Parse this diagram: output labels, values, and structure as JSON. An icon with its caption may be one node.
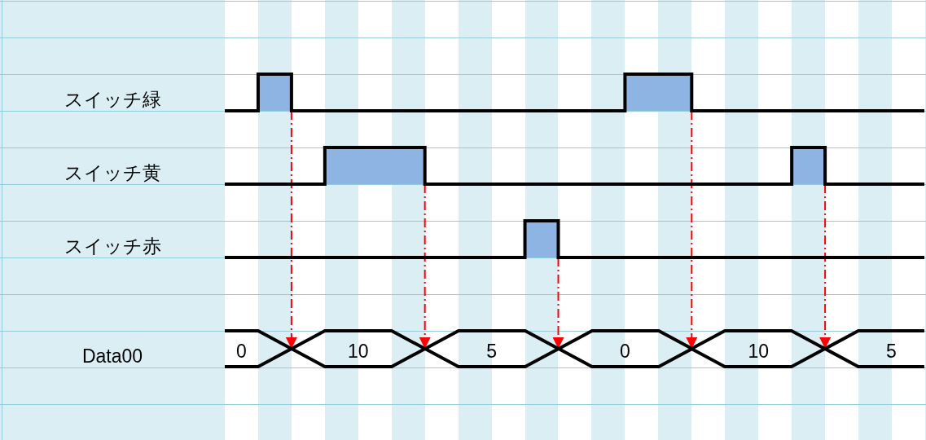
{
  "diagram": {
    "nodes": [
      {
        "text": [],
        "shape": "box"
      },
      {
        "text": [],
        "shape": "box"
      },
      {
        "text": [],
        "shape": "box"
      },
      {
        "text": [],
        "shape": "box"
      },
      {
        "text": [],
        "shape": "box"
      },
      {
        "text": [
          "0"
        ]
      },
      {
        "text": [
          "10"
        ]
      },
      {
        "text": [
          "5"
        ]
      },
      {
        "text": [
          "0"
        ]
      },
      {
        "text": [
          "10"
        ]
      },
      {
        "text": [
          "5"
        ]
      }
    ],
    "edges": [
      {
        "from": 0,
        "to": 6,
        "arrow": "to",
        "style": "dashed",
        "color": "#ff0000"
      },
      {
        "from": 2,
        "to": 7,
        "arrow": "to",
        "style": "dashed",
        "color": "#ff0000"
      },
      {
        "from": 4,
        "to": 8,
        "arrow": "to",
        "style": "dashed",
        "color": "#ff0000"
      },
      {
        "from": 1,
        "to": 9,
        "arrow": "to",
        "style": "dashed",
        "color": "#ff0000"
      },
      {
        "from": 3,
        "to": 10,
        "arrow": "to",
        "style": "dashed",
        "color": "#ff0000"
      }
    ],
    "labels": [
      "スイッチ緑",
      "スイッチ黄",
      "スイッチ赤",
      "Data00"
    ]
  }
}
